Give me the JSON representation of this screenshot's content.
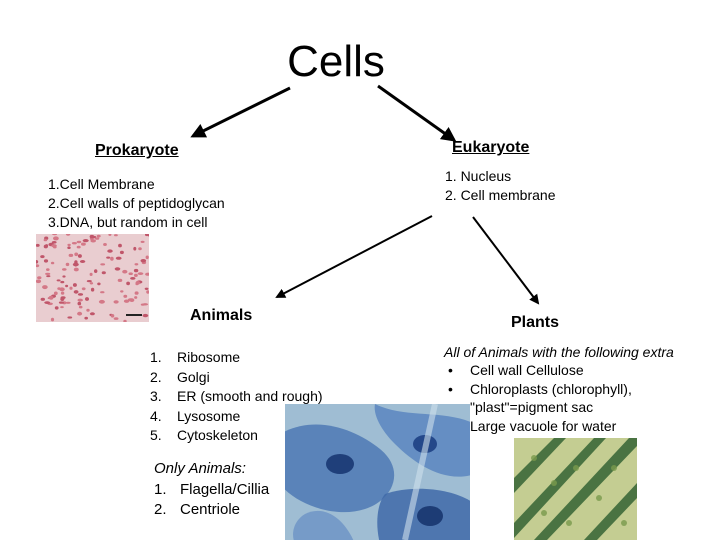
{
  "title": "Cells",
  "prokaryote": {
    "heading": "Prokaryote",
    "items": [
      "1.Cell Membrane",
      "2.Cell walls of peptidoglycan",
      "3.DNA, but random in cell"
    ]
  },
  "eukaryote": {
    "heading": "Eukaryote",
    "items": [
      "1. Nucleus",
      "2. Cell membrane"
    ]
  },
  "animals": {
    "heading": "Animals",
    "items": [
      {
        "num": "1.",
        "text": "Ribosome"
      },
      {
        "num": "2.",
        "text": "Golgi"
      },
      {
        "num": "3.",
        "text": "ER (smooth and rough)"
      },
      {
        "num": "4.",
        "text": "Lysosome"
      },
      {
        "num": "5.",
        "text": "Cytoskeleton"
      }
    ],
    "only_title": "Only Animals:",
    "only_items": [
      {
        "num": "1.",
        "text": "Flagella/Cillia"
      },
      {
        "num": "2.",
        "text": "Centriole"
      }
    ]
  },
  "plants": {
    "heading": "Plants",
    "intro": "All of Animals with the following extra",
    "bullet": "•",
    "items": [
      "Cell wall Cellulose",
      "Chloroplasts (chlorophyll),\n\"plast\"=pigment sac",
      "Large vacuole for water"
    ]
  },
  "colors": {
    "text": "#000000",
    "arrow": "#000000",
    "background": "#ffffff"
  }
}
